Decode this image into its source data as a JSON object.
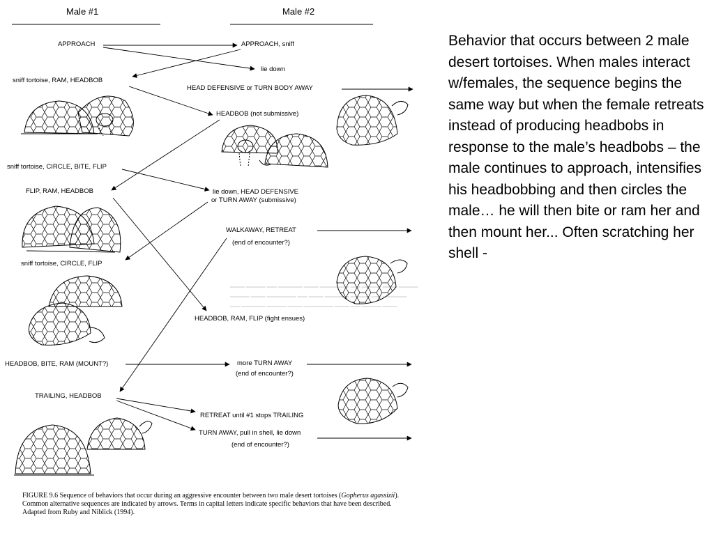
{
  "diagram": {
    "male1_header": "Male #1",
    "male2_header": "Male #2",
    "labels": {
      "m1_approach": "APPROACH",
      "m1_sniff_ram_headbob": "sniff tortoise, RAM, HEADBOB",
      "m1_sniff_circle_bite_flip": "sniff tortoise, CIRCLE, BITE, FLIP",
      "m1_flip_ram_headbob": "FLIP, RAM,  HEADBOB",
      "m1_sniff_circle_flip": "sniff tortoise, CIRCLE, FLIP",
      "m1_headbob_bite_ram": "HEADBOB, BITE, RAM (MOUNT?)",
      "m1_trailing_headbob": "TRAILING, HEADBOB",
      "m2_approach_sniff": "APPROACH, sniff",
      "m2_lie_down": "lie down",
      "m2_head_defensive": "HEAD DEFENSIVE or TURN BODY AWAY",
      "m2_headbob_not_submissive": "HEADBOB (not submissive)",
      "m2_lie_down_defensive_1": "lie down, HEAD DEFENSIVE",
      "m2_lie_down_defensive_2": "or TURN AWAY (submissive)",
      "m2_walkaway_retreat": "WALKAWAY, RETREAT",
      "m2_end_encounter_1": "(end of encounter?)",
      "m2_headbob_ram_flip": "HEADBOB, RAM, FLIP (fight ensues)",
      "m2_more_turn_away": "more TURN AWAY",
      "m2_end_encounter_2": "(end of encounter?)",
      "m2_retreat_until": "RETREAT until #1 stops TRAILING",
      "m2_turn_away_pull": "TURN AWAY, pull in shell, lie down",
      "m2_end_encounter_3": "(end of encounter?)"
    },
    "caption": {
      "prefix": "FIGURE 9.6   Sequence of behaviors that occur during an aggressive encounter between two male desert tortoises (",
      "species": "Gopherus agassizii",
      "suffix": "). Common alternative sequences are indicated by arrows. Terms in capital letters indicate specific behaviors that have been described. Adapted from Ruby and Niblick (1994)."
    }
  },
  "side_text": "Behavior that occurs between 2 male desert tortoises.  When males interact w/females, the sequence begins the same way but when the female retreats instead of producing headbobs in response to the male’s headbobs – the male continues to approach, intensifies his headbobbing and then circles the male…  he will then bite or ram her and then mount her... Often scratching her shell -"
}
